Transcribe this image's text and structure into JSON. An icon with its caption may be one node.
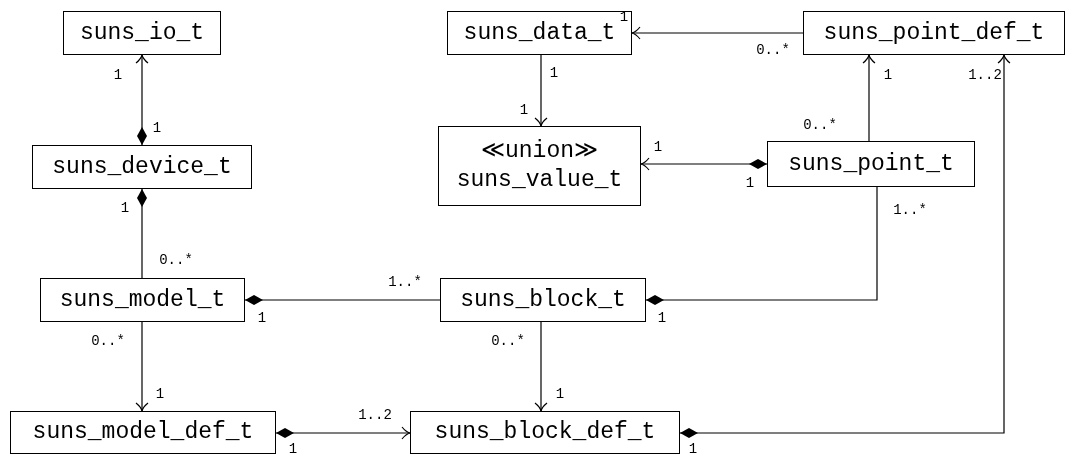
{
  "diagram": {
    "nodes": [
      {
        "text": [
          "suns_io_t"
        ]
      },
      {
        "text": [
          "suns_data_t"
        ]
      },
      {
        "text": [
          "suns_point_def_t"
        ]
      },
      {
        "text": [
          "≪union≫",
          "suns_value_t"
        ]
      },
      {
        "text": [
          "suns_device_t"
        ]
      },
      {
        "text": [
          "suns_point_t"
        ]
      },
      {
        "text": [
          "suns_model_t"
        ]
      },
      {
        "text": [
          "suns_block_t"
        ]
      },
      {
        "text": [
          "suns_model_def_t"
        ]
      },
      {
        "text": [
          "suns_block_def_t"
        ]
      }
    ],
    "edges": [
      {
        "from": 4,
        "to": 0,
        "arrow": "to"
      },
      {
        "from": 4,
        "to": 6,
        "arrow": "other"
      },
      {
        "from": 1,
        "to": 3,
        "arrow": "to"
      },
      {
        "from": 2,
        "to": 1,
        "arrow": "to"
      },
      {
        "from": 5,
        "to": 3,
        "arrow": "to"
      },
      {
        "from": 5,
        "to": 2,
        "arrow": "to"
      },
      {
        "from": 6,
        "to": 7,
        "arrow": "other"
      },
      {
        "from": 7,
        "to": 5,
        "arrow": "other"
      },
      {
        "from": 6,
        "to": 8,
        "arrow": "to"
      },
      {
        "from": 7,
        "to": 9,
        "arrow": "to"
      },
      {
        "from": 8,
        "to": 9,
        "arrow": "to"
      },
      {
        "from": 9,
        "to": 2,
        "arrow": "to"
      }
    ],
    "labels": [
      "1",
      "0..*",
      "1",
      "1",
      "1",
      "1..2",
      "1",
      "1",
      "0..*",
      "1",
      "1",
      "1",
      "1..*",
      "0..*",
      "1..*",
      "1",
      "1",
      "0..*",
      "0..*",
      "1",
      "1",
      "1..2",
      "1",
      "1"
    ]
  }
}
